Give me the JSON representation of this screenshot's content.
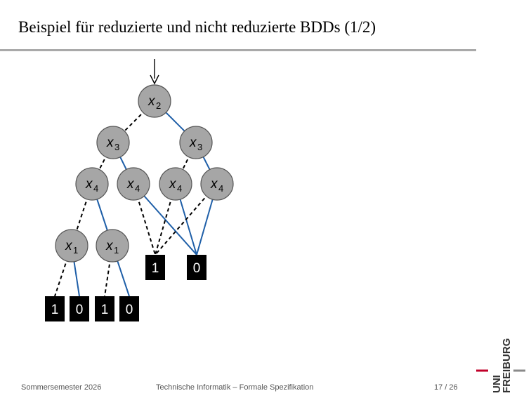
{
  "slide": {
    "title": "Beispiel für reduzierte und nicht reduzierte BDDs (1/2)"
  },
  "footer": {
    "semester": "Sommersemester 2026",
    "course": "Technische Informatik – Formale Spezifikation",
    "page": "17 / 26"
  },
  "logo": {
    "line1": "UNI",
    "line2": "FREIBURG",
    "accent_color": "#c1002a"
  },
  "diagram": {
    "colors": {
      "node_fill": "#a6a6a6",
      "high_edge": "#1f5fa8",
      "low_edge": "#000000",
      "terminal_fill": "#000000",
      "terminal_text": "#ffffff"
    },
    "nodes": [
      {
        "id": "n2",
        "var": "x",
        "sub": "2"
      },
      {
        "id": "n3a",
        "var": "x",
        "sub": "3"
      },
      {
        "id": "n3b",
        "var": "x",
        "sub": "3"
      },
      {
        "id": "n4a",
        "var": "x",
        "sub": "4"
      },
      {
        "id": "n4b",
        "var": "x",
        "sub": "4"
      },
      {
        "id": "n4c",
        "var": "x",
        "sub": "4"
      },
      {
        "id": "n4d",
        "var": "x",
        "sub": "4"
      },
      {
        "id": "n1a",
        "var": "x",
        "sub": "1"
      },
      {
        "id": "n1b",
        "var": "x",
        "sub": "1"
      }
    ],
    "terminals": [
      {
        "id": "t1",
        "label": "1"
      },
      {
        "id": "t2",
        "label": "0"
      },
      {
        "id": "t3",
        "label": "1"
      },
      {
        "id": "t4",
        "label": "0"
      },
      {
        "id": "t5",
        "label": "1"
      },
      {
        "id": "t6",
        "label": "0"
      }
    ],
    "edges": [
      {
        "from": "n2",
        "to": "n3a",
        "type": "low"
      },
      {
        "from": "n2",
        "to": "n3b",
        "type": "high"
      },
      {
        "from": "n3a",
        "to": "n4a",
        "type": "low"
      },
      {
        "from": "n3a",
        "to": "n4b",
        "type": "high"
      },
      {
        "from": "n3b",
        "to": "n4c",
        "type": "low"
      },
      {
        "from": "n3b",
        "to": "n4d",
        "type": "high"
      },
      {
        "from": "n4a",
        "to": "n1a",
        "type": "low"
      },
      {
        "from": "n4a",
        "to": "n1b",
        "type": "high"
      },
      {
        "from": "n4b",
        "to": "t5",
        "type": "low"
      },
      {
        "from": "n4b",
        "to": "t6",
        "type": "high"
      },
      {
        "from": "n4c",
        "to": "t5",
        "type": "low"
      },
      {
        "from": "n4c",
        "to": "t6",
        "type": "high"
      },
      {
        "from": "n4d",
        "to": "t5",
        "type": "low"
      },
      {
        "from": "n4d",
        "to": "t6",
        "type": "high"
      },
      {
        "from": "n1a",
        "to": "t1",
        "type": "low"
      },
      {
        "from": "n1a",
        "to": "t2",
        "type": "high"
      },
      {
        "from": "n1b",
        "to": "t3",
        "type": "low"
      },
      {
        "from": "n1b",
        "to": "t4",
        "type": "high"
      }
    ]
  }
}
